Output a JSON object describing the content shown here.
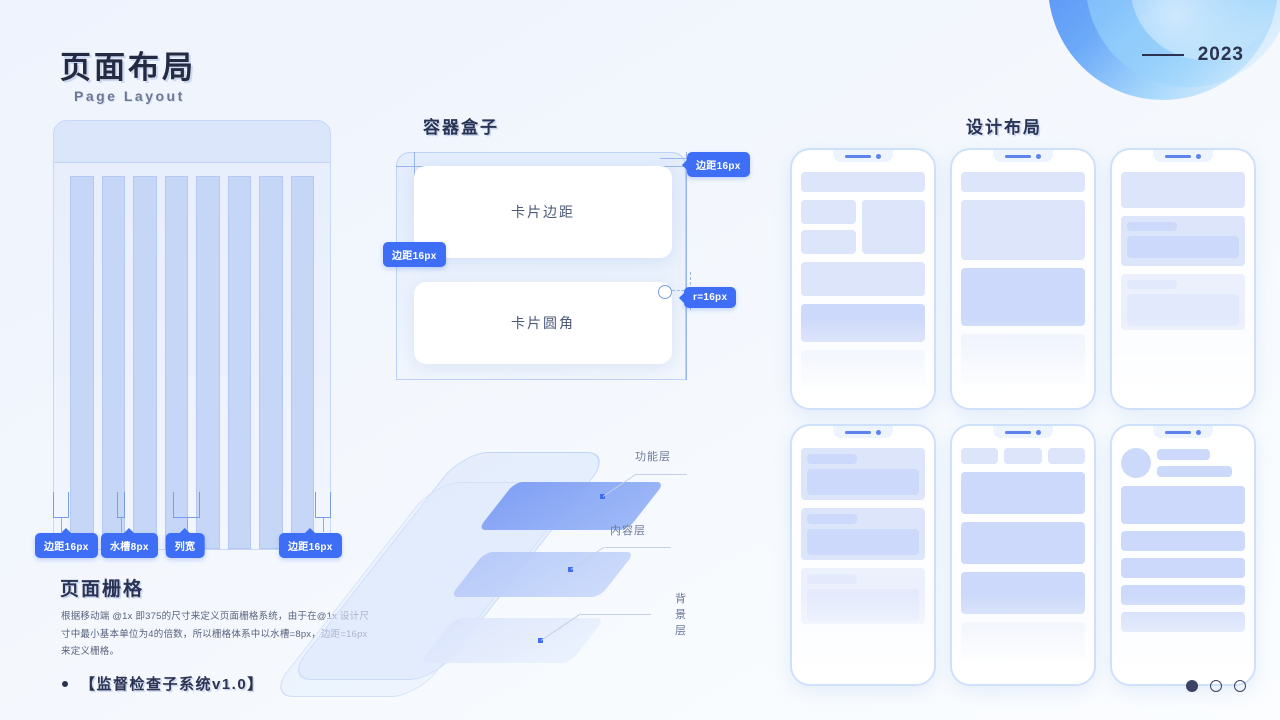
{
  "header": {
    "title": "页面布局",
    "subtitle": "Page Layout",
    "year": "2023"
  },
  "sections": {
    "container_box": "容器盒子",
    "design_layout": "设计布局",
    "page_grid": "页面栅格",
    "page_grid_desc": "根据移动端 @1x 即375的尺寸来定义页面栅格系统，由于在@1x 设计尺寸中最小基本单位为4的倍数，所以栅格体系中以水槽=8px，边距=16px来定义栅格。"
  },
  "grid_badges": [
    {
      "label": "边距16px"
    },
    {
      "label": "水槽8px"
    },
    {
      "label": "列宽"
    },
    {
      "label": "边距16px"
    }
  ],
  "container": {
    "card_padding_label": "卡片边距",
    "card_radius_label": "卡片圆角",
    "badge_padding_top": "边距16px",
    "badge_padding_left": "边距16px",
    "badge_radius": "r=16px"
  },
  "layers": [
    {
      "label": "功能层"
    },
    {
      "label": "内容层"
    },
    {
      "label": "背景层"
    }
  ],
  "footer": {
    "text": "【监督检查子系统v1.0】"
  },
  "pagination": {
    "total": 3,
    "active_index": 0
  },
  "colors": {
    "accent": "#3D6EF5",
    "badge_bg": "#3D6EF5",
    "title": "#232A42",
    "block": "#DDE5FB",
    "block_dark": "#CDD9FA",
    "panel_border": "#C8D8F7",
    "background": "#EEF3FD"
  }
}
